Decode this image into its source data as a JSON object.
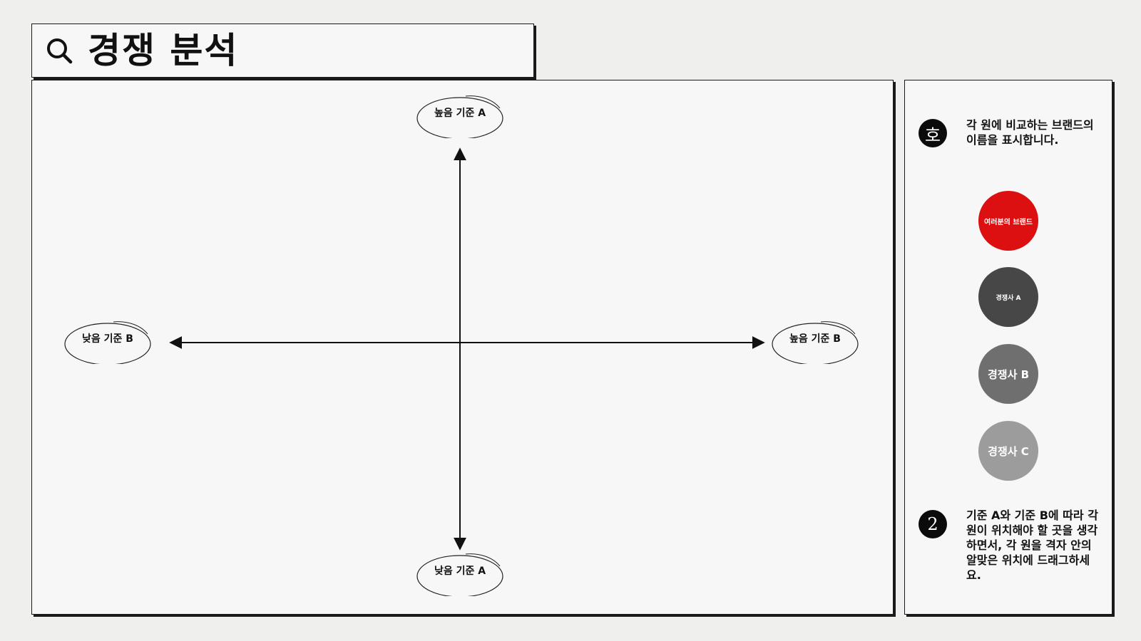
{
  "header": {
    "title": "경쟁 분석",
    "icon": "search-icon"
  },
  "matrix": {
    "top_label": "높음 기준 A",
    "bottom_label": "낮음 기준 A",
    "left_label": "낮음 기준 B",
    "right_label": "높음 기준 B"
  },
  "instructions": {
    "step1": {
      "badge": "호",
      "text": "각 원에 비교하는 브랜드의 이름을 표시합니다."
    },
    "step2": {
      "badge": "2",
      "text": "기준 A와 기준 B에 따라 각 원이 위치해야 할 곳을 생각하면서, 각 원을 격자 안의 알맞은 위치에 드래그하세요."
    }
  },
  "brands": [
    {
      "label": "여러분의 브랜드",
      "color": "#dc1010"
    },
    {
      "label": "경쟁사 A",
      "color": "#474747"
    },
    {
      "label": "경쟁사 B",
      "color": "#6f6f6f"
    },
    {
      "label": "경쟁사 C",
      "color": "#9c9c9c"
    }
  ]
}
